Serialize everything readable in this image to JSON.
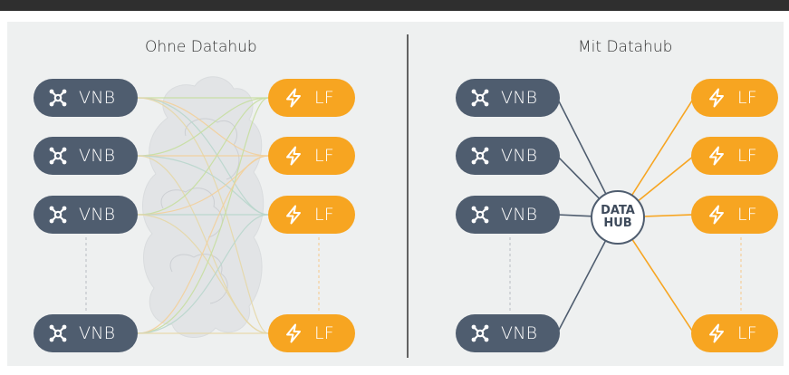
{
  "left_panel": {
    "title": "Ohne Datahub",
    "vnb_nodes": [
      "VNB",
      "VNB",
      "VNB",
      "VNB"
    ],
    "lf_nodes": [
      "LF",
      "LF",
      "LF",
      "LF"
    ]
  },
  "right_panel": {
    "title": "Mit Datahub",
    "vnb_nodes": [
      "VNB",
      "VNB",
      "VNB",
      "VNB"
    ],
    "lf_nodes": [
      "LF",
      "LF",
      "LF",
      "LF"
    ],
    "hub_lines": [
      "DATA",
      "HUB"
    ]
  },
  "colors": {
    "vnb": "#4f5d6f",
    "lf": "#f7a521",
    "panel_background": "#eef0f0",
    "top_bar": "#2f2f2f"
  },
  "icons": {
    "vnb": "network-hub-icon",
    "lf": "lightning-bolt-icon"
  }
}
